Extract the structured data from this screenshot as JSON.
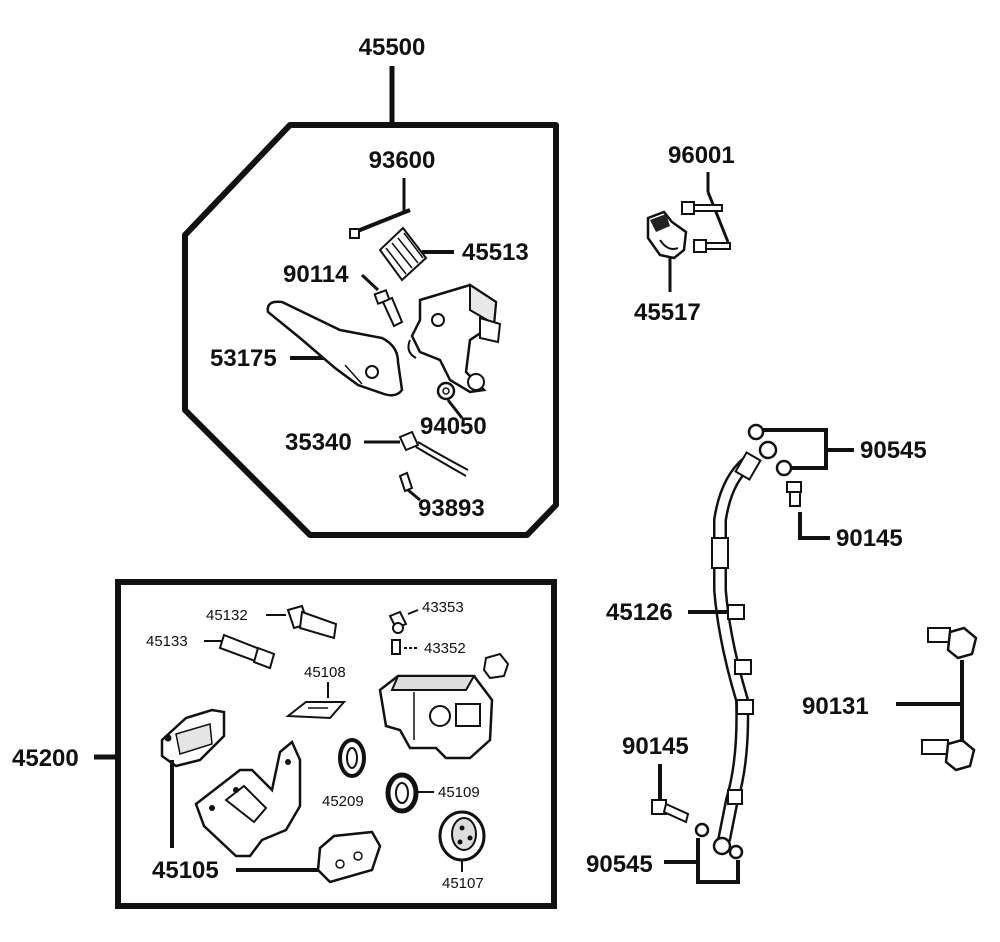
{
  "diagram": {
    "assemblies": {
      "master_cylinder": "45500",
      "caliper": "45200"
    },
    "master_cylinder_parts": {
      "switch_screw": "93600",
      "reservoir_cap": "45513",
      "pivot_bolt": "90114",
      "lever": "53175",
      "nut": "94050",
      "stop_switch": "35340",
      "switch_screw_small": "93893"
    },
    "clamp_parts": {
      "clamp_bolt": "96001",
      "holder": "45517"
    },
    "hose_parts": {
      "washer_top": "90545",
      "banjo_bolt_top": "90145",
      "brake_hose": "45126",
      "mount_bolt": "90131",
      "banjo_bolt_bottom": "90145",
      "washer_bottom": "90545"
    },
    "caliper_parts": {
      "pin_a": "45132",
      "pin_b": "45133",
      "bleeder_cap": "43353",
      "bleeder_screw": "43352",
      "pad_spring": "45108",
      "pad_a": "45105",
      "seal_a": "45209",
      "seal_b": "45109",
      "piston": "45107"
    }
  }
}
